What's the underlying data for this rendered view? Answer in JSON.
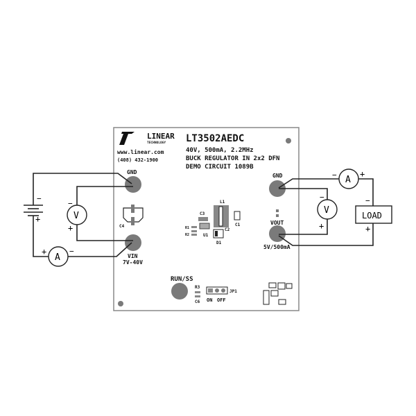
{
  "board": {
    "logo": "LINEAR",
    "logo_sub": "TECHNOLOGY",
    "url": "www.linear.com",
    "phone": "(408) 432-1900",
    "part": "LT3502AEDC",
    "line1": "40V, 500mA, 2.2MHz",
    "line2": "BUCK REGULATOR IN 2x2 DFN",
    "line3": "DEMO CIRCUIT 1089B",
    "gnd_left": "GND",
    "vin": "VIN",
    "vin_range": "7V-40V",
    "gnd_right": "GND",
    "vout": "VOUT",
    "vout_rating": "5V/500mA",
    "run_ss": "RUN/SS",
    "jp1": "JP1",
    "on": "ON",
    "off": "OFF",
    "parts": {
      "l1": "L1",
      "c1": "C1",
      "c2": "C2",
      "c3": "C3",
      "c4": "C4",
      "c6": "C6",
      "r1": "R1",
      "r2": "R2",
      "r3": "R3",
      "u1": "U1",
      "d1": "D1"
    }
  },
  "external": {
    "voltmeter": "V",
    "ammeter": "A",
    "load": "LOAD",
    "plus": "+",
    "minus": "−"
  }
}
